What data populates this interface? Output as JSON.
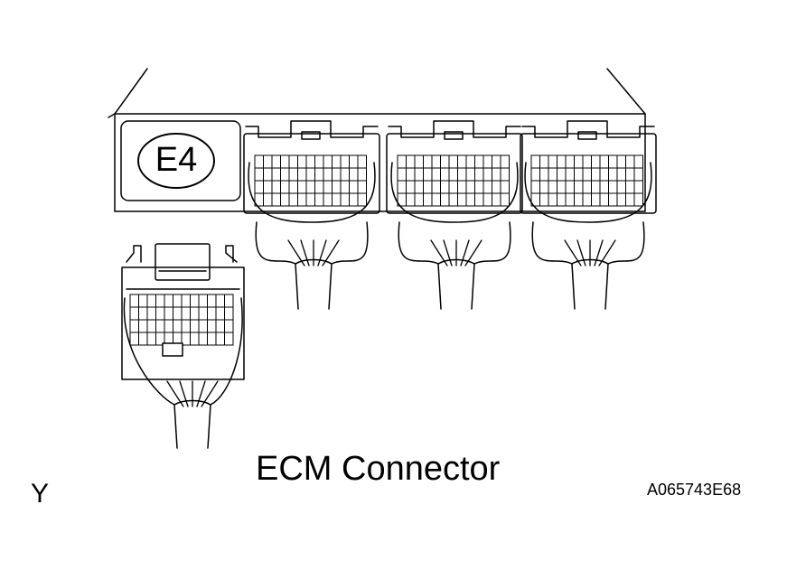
{
  "ecm_unit": {
    "connector_id_label": "E4"
  },
  "caption": "ECM Connector",
  "corner_letter": "Y",
  "figure_code": "A065743E68",
  "colors": {
    "line": "#000000",
    "background": "#ffffff"
  }
}
